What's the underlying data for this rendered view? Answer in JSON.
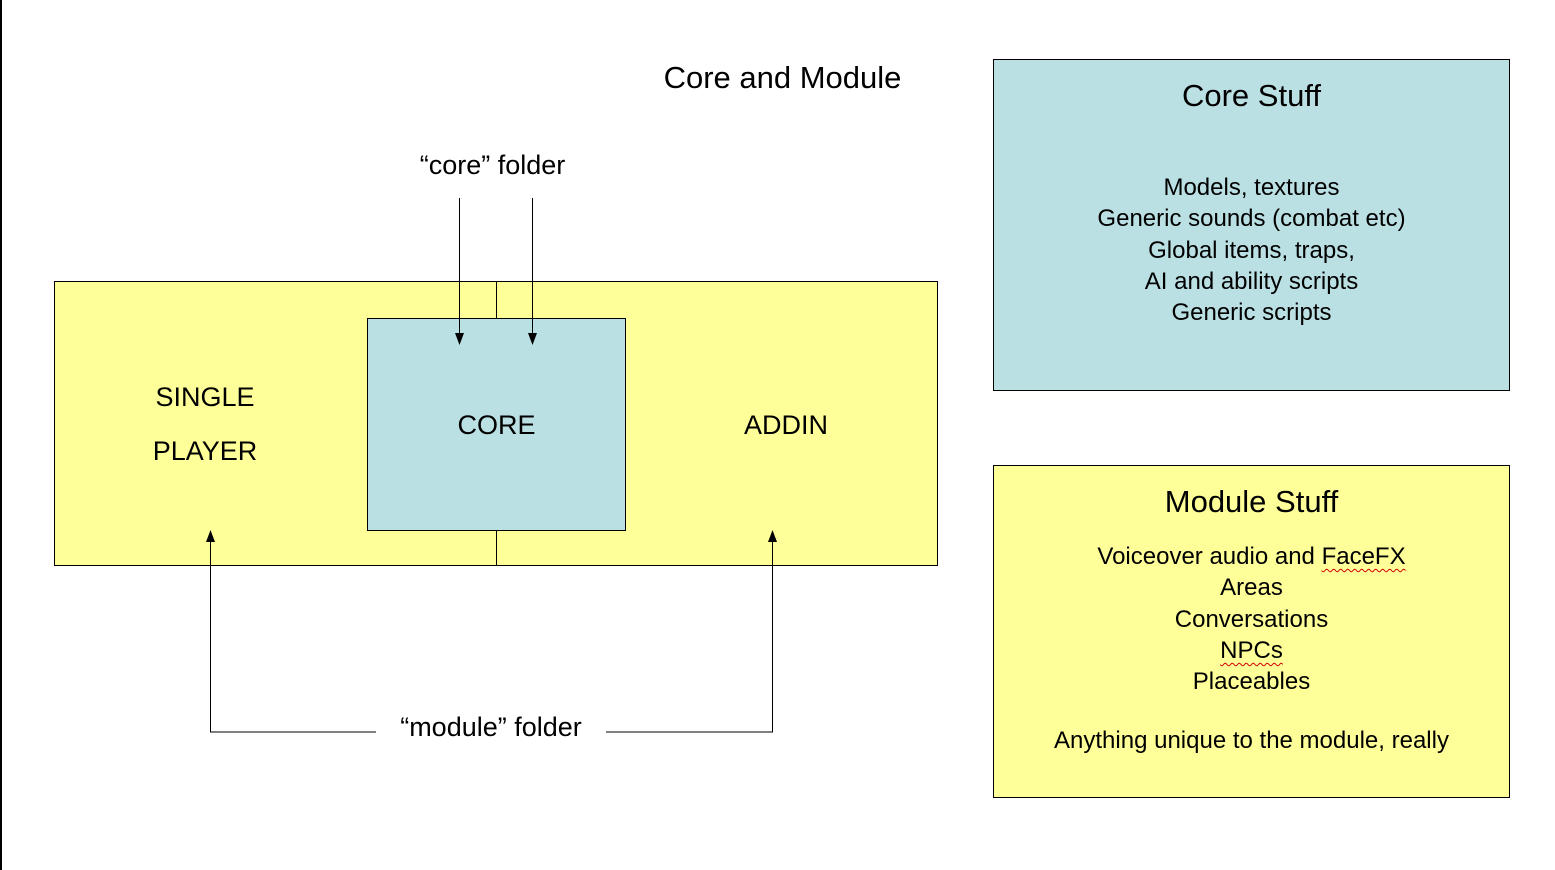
{
  "title": "Core and Module",
  "labels": {
    "core_folder": "“core” folder",
    "module_folder": "“module” folder"
  },
  "regions": {
    "single_player_line1": "SINGLE",
    "single_player_line2": "PLAYER",
    "core": "CORE",
    "addin": "ADDIN"
  },
  "core_stuff": {
    "title": "Core Stuff",
    "items": [
      "Models, textures",
      "Generic sounds (combat etc)",
      "Global items, traps,",
      "AI and ability scripts",
      "Generic scripts"
    ]
  },
  "module_stuff": {
    "title": "Module Stuff",
    "items": [
      {
        "prefix": "Voiceover audio and ",
        "flagged": "FaceFX"
      },
      {
        "prefix": "",
        "flagged": ""
      },
      {
        "prefix": "",
        "flagged": ""
      }
    ],
    "item_voiceover_prefix": "Voiceover audio and ",
    "item_voiceover_flagged": "FaceFX",
    "item_areas": "Areas",
    "item_conversations": "Conversations",
    "item_npcs": "NPCs",
    "item_placeables": "Placeables",
    "footer": "Anything unique to the module, really"
  },
  "colors": {
    "yellow_fill": "#ffff99",
    "blue_fill": "#bbe0e3",
    "spellcheck_underline": "#d00000"
  }
}
